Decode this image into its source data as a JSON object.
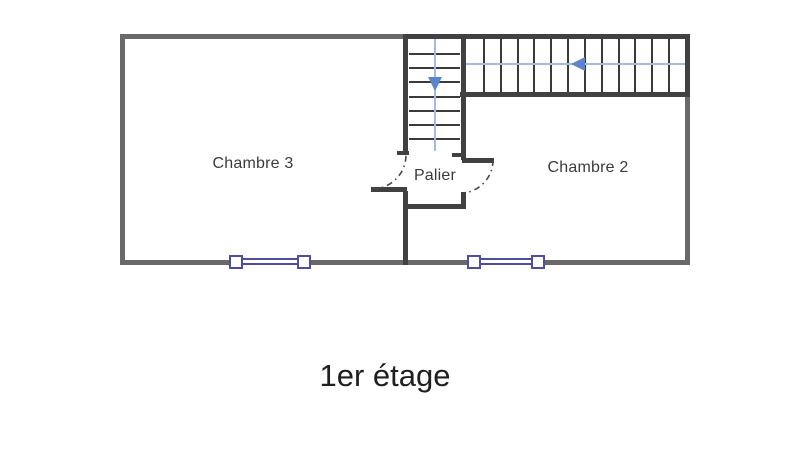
{
  "title": "1er étage",
  "rooms": {
    "chambre3": {
      "label": "Chambre 3"
    },
    "chambre2": {
      "label": "Chambre 2"
    },
    "palier": {
      "label": "Palier"
    }
  },
  "stairs": {
    "vertical_flight": {
      "treads": 8,
      "arrow_direction": "down"
    },
    "horizontal_flight": {
      "treads": 13,
      "arrow_direction": "left"
    }
  },
  "windows": {
    "count": 2,
    "location": "bottom wall"
  },
  "doors": {
    "count": 2,
    "connects": [
      "Palier-Chambre 3",
      "Palier-Chambre 2"
    ]
  },
  "colors": {
    "wall_outer": "#696969",
    "wall_inner": "#414141",
    "step_line": "#3a3a3a",
    "guide_line": "#a3bbe0",
    "arrow": "#5b84ce",
    "window_frame": "#4d4da1",
    "label": "#3b3b3b",
    "title": "#1f1f1f"
  }
}
